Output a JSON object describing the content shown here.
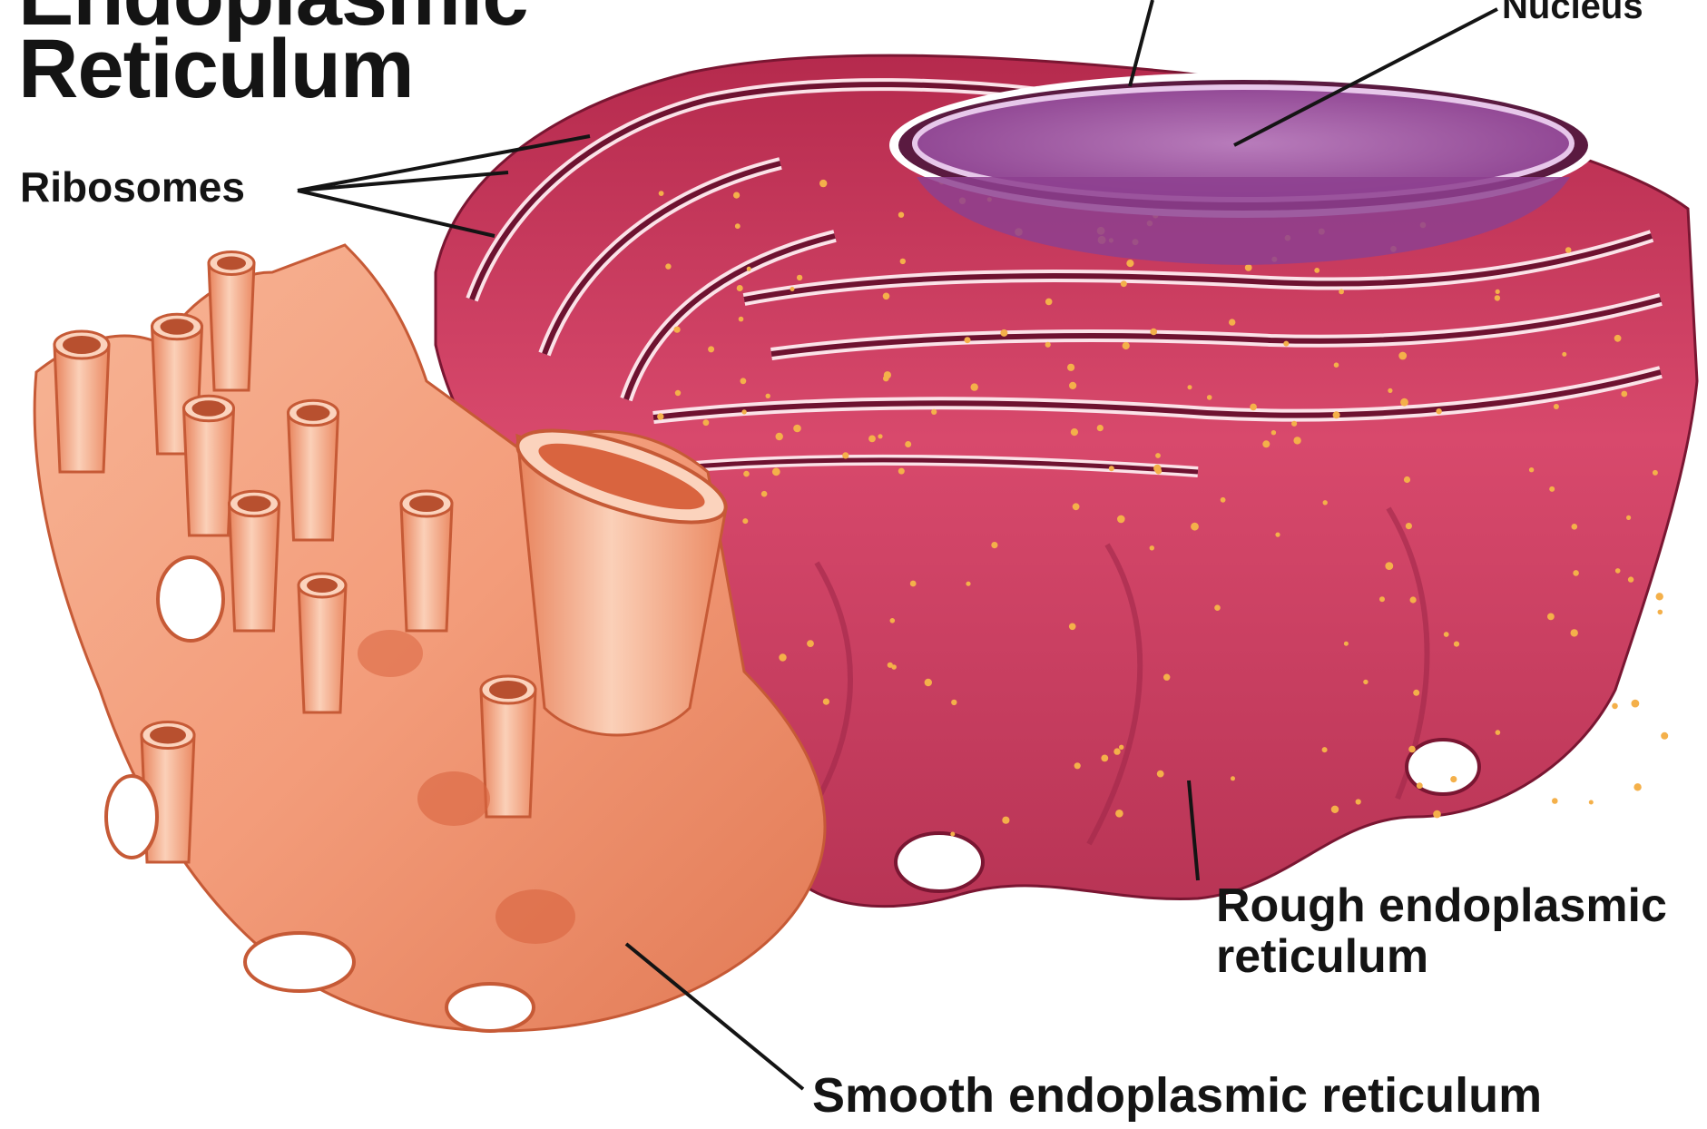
{
  "title": {
    "line1": "Endoplasmic",
    "line2": "Reticulum"
  },
  "labels": {
    "ribosomes": "Ribosomes",
    "nucleus": "Nucleus",
    "rough_er_line1": "Rough endoplasmic",
    "rough_er_line2": "reticulum",
    "smooth_er": "Smooth endoplasmic reticulum"
  },
  "colors": {
    "rough_er": "#c8365a",
    "rough_er_dark": "#7a1632",
    "rough_er_light": "#e87a93",
    "nucleus": "#9a4a9c",
    "nucleus_light": "#c590c8",
    "smooth_er": "#f3a07e",
    "smooth_er_light": "#fbd3bd",
    "smooth_er_dark": "#d9643f",
    "ribosome_dots": "#f4b04a",
    "text": "#141414"
  }
}
